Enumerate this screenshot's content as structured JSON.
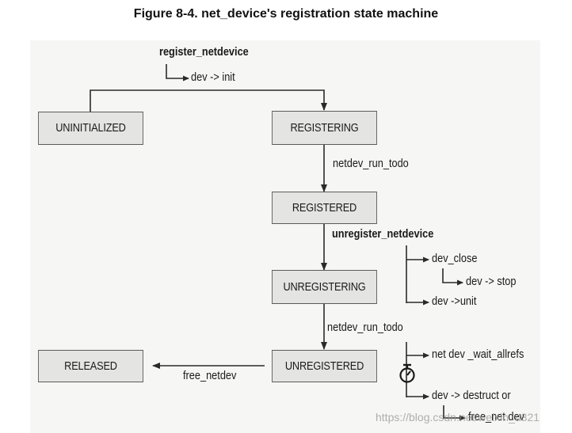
{
  "figure_title": "Figure 8-4. net_device's registration state machine",
  "states": {
    "uninitialized": "UNINITIALIZED",
    "registering": "REGISTERING",
    "registered": "REGISTERED",
    "unregistering": "UNREGISTERING",
    "unregistered": "UNREGISTERED",
    "released": "RELEASED"
  },
  "transitions": {
    "register_fn": "register_netdevice",
    "register_init": "dev -> init",
    "run_todo_1": "netdev_run_todo",
    "unregister_fn": "unregister_netdevice",
    "dev_close": "dev_close",
    "dev_stop": "dev -> stop",
    "dev_uninit": "dev ->unit",
    "run_todo_2": "netdev_run_todo",
    "wait_allrefs": "net dev _wait_allrefs",
    "destruct": "dev -> destruct or",
    "free_net_dev": "free_net dev",
    "free_netdev": "free_netdev"
  },
  "icons": {
    "timer": "stopwatch-icon"
  },
  "watermark": "https://blog.csdn.net/weixin_u321"
}
